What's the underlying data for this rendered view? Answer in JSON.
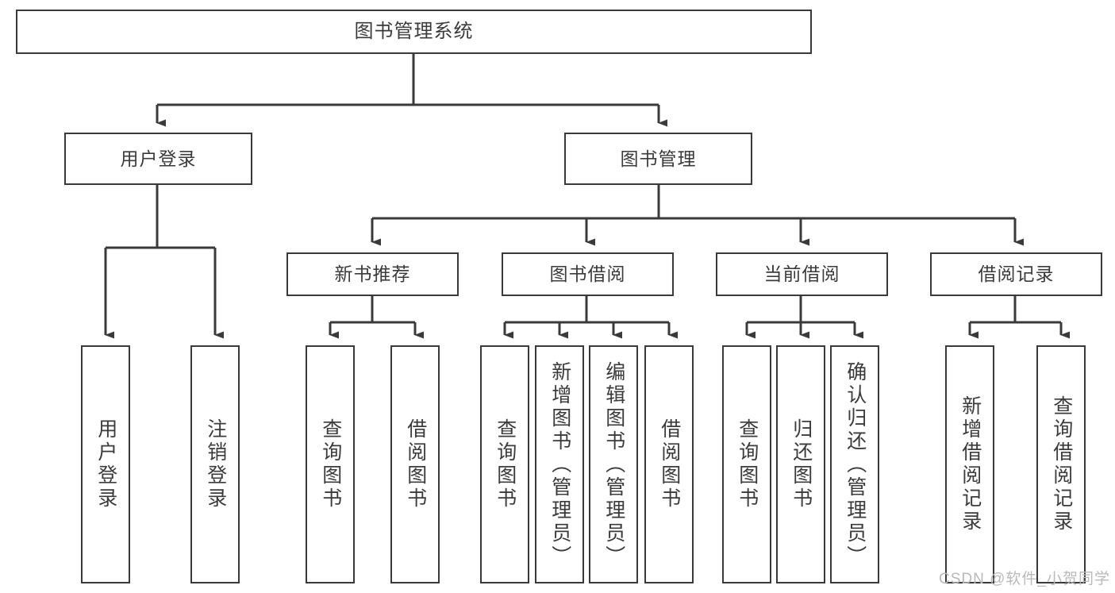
{
  "diagram": {
    "title": "图书管理系统",
    "type": "hierarchy-tree",
    "root": {
      "label": "图书管理系统"
    },
    "level2": [
      {
        "label": "用户登录"
      },
      {
        "label": "图书管理"
      }
    ],
    "level3": [
      {
        "label": "新书推荐"
      },
      {
        "label": "图书借阅"
      },
      {
        "label": "当前借阅"
      },
      {
        "label": "借阅记录"
      }
    ],
    "leaves": {
      "user_login": [
        {
          "label": "用户登录"
        },
        {
          "label": "注销登录"
        }
      ],
      "new_book_recommend": [
        {
          "label": "查询图书"
        },
        {
          "label": "借阅图书"
        }
      ],
      "book_borrow": [
        {
          "label": "查询图书"
        },
        {
          "label": "新增图书（管理员）"
        },
        {
          "label": "编辑图书（管理员）"
        },
        {
          "label": "借阅图书"
        }
      ],
      "current_borrow": [
        {
          "label": "查询图书"
        },
        {
          "label": "归还图书"
        },
        {
          "label": "确认归还（管理员）"
        }
      ],
      "borrow_record": [
        {
          "label": "新增借阅记录"
        },
        {
          "label": "查询借阅记录"
        }
      ]
    }
  },
  "watermark": {
    "text": "CSDN @软件_小贺同学"
  },
  "colors": {
    "stroke": "#3a3a3a",
    "text": "#3b3b3b",
    "background": "#ffffff",
    "watermark": "#b9b9b9"
  }
}
